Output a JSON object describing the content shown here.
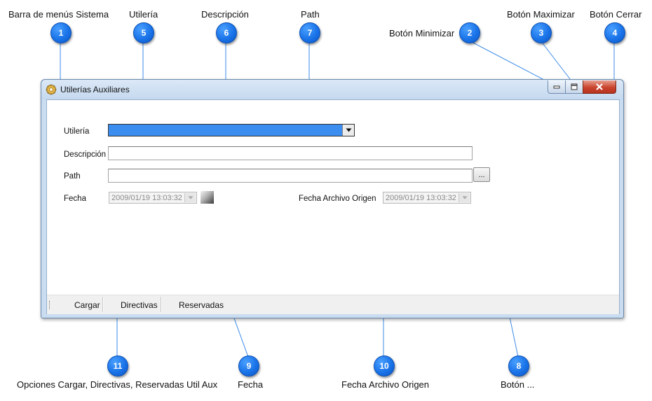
{
  "window": {
    "title": "Utilerías Auxiliares",
    "controls": [
      "minimize",
      "maximize",
      "close"
    ]
  },
  "form": {
    "utileria_label": "Utilería",
    "utileria_value": "",
    "descripcion_label": "Descripción",
    "descripcion_value": "",
    "path_label": "Path",
    "path_value": "",
    "browse_label": "...",
    "fecha_label": "Fecha",
    "fecha_value": "2009/01/19 13:03:32",
    "fecha_origen_label": "Fecha Archivo Origen",
    "fecha_origen_value": "2009/01/19 13:03:32"
  },
  "bottom_menu": {
    "items": [
      "Cargar",
      "Directivas",
      "Reservadas"
    ]
  },
  "callouts": [
    {
      "number": "1",
      "caption": "Barra de menús Sistema"
    },
    {
      "number": "2",
      "caption": "Botón Minimizar"
    },
    {
      "number": "3",
      "caption": "Botón Maximizar"
    },
    {
      "number": "4",
      "caption": "Botón Cerrar"
    },
    {
      "number": "5",
      "caption": "Utilería"
    },
    {
      "number": "6",
      "caption": "Descripción"
    },
    {
      "number": "7",
      "caption": "Path"
    },
    {
      "number": "8",
      "caption": "Botón ..."
    },
    {
      "number": "9",
      "caption": "Fecha"
    },
    {
      "number": "10",
      "caption": "Fecha Archivo Origen"
    },
    {
      "number": "11",
      "caption": "Opciones Cargar, Directivas, Reservadas Util Aux"
    }
  ],
  "colors": {
    "bubble": "#1a73e8",
    "combo_selection": "#3b8df0",
    "close_button": "#c9452f",
    "window_frame": "#c9dcf0"
  }
}
